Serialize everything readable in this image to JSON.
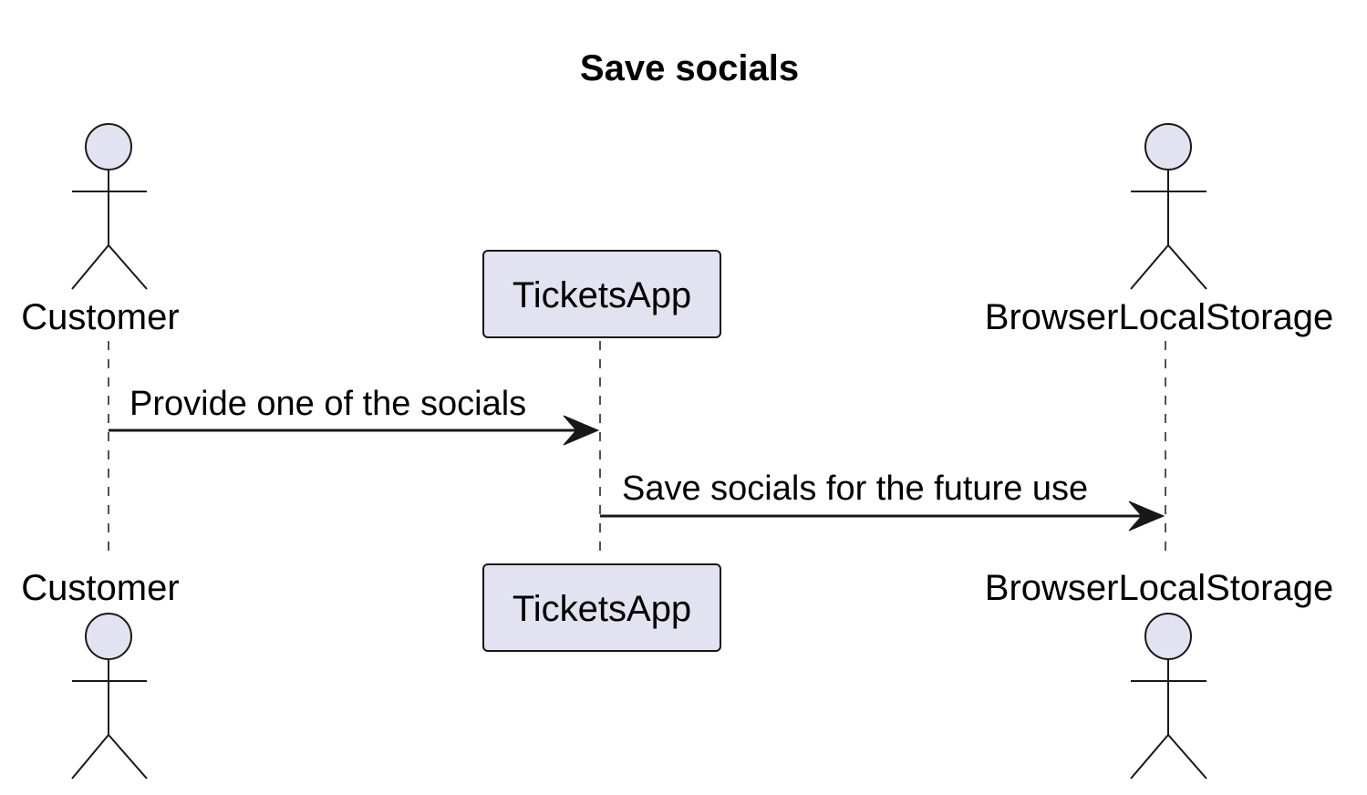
{
  "diagram": {
    "title": "Save socials",
    "participants": [
      {
        "id": "customer",
        "name": "Customer",
        "kind": "actor"
      },
      {
        "id": "ticketsapp",
        "name": "TicketsApp",
        "kind": "participant"
      },
      {
        "id": "storage",
        "name": "BrowserLocalStorage",
        "kind": "actor"
      }
    ],
    "messages": [
      {
        "from": "customer",
        "to": "ticketsapp",
        "label": "Provide one of the socials"
      },
      {
        "from": "ticketsapp",
        "to": "storage",
        "label": "Save socials for the future use"
      }
    ],
    "colors": {
      "participant_fill": "#E2E2F0",
      "line": "#181818",
      "text": "#000000"
    }
  }
}
